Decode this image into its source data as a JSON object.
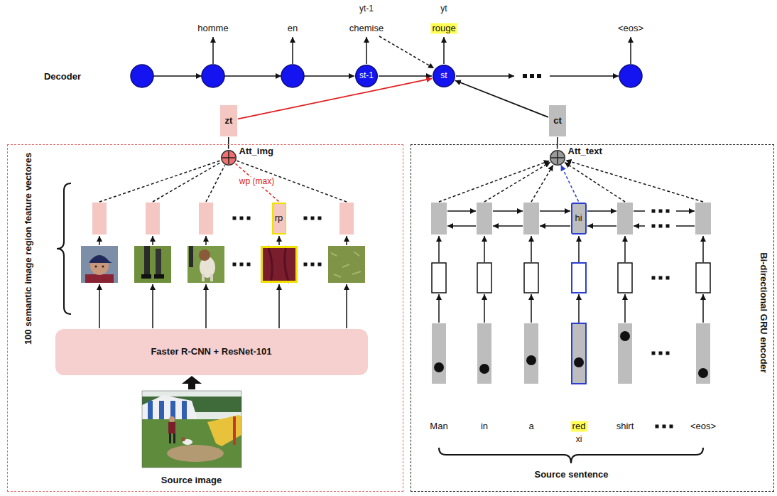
{
  "diagram": {
    "nodes": [
      {
        "text": [
          "st-1"
        ]
      },
      {
        "text": [
          "st"
        ]
      },
      {
        "text": [
          "zt"
        ]
      },
      {
        "text": [
          "ct"
        ]
      },
      {
        "text": [
          "100 semantic image region feature vectores",
          "Source image"
        ]
      },
      {
        "text": [
          "Att_img"
        ],
        "in": 4
      },
      {
        "text": [
          "rp"
        ],
        "in": 4
      },
      {
        "text": [
          "Faster R-CNN + ResNet-101"
        ],
        "in": 4
      },
      {
        "text": [
          "Bi-directional GRU encoder",
          "Source sentence"
        ]
      },
      {
        "text": [
          "Att_text"
        ],
        "in": 8
      },
      {
        "text": [
          "hi"
        ],
        "in": 8
      }
    ],
    "edges": [
      {
        "from": 0,
        "to": 1,
        "arrow": "to"
      },
      {
        "from": 2,
        "to": 1,
        "arrow": "to"
      },
      {
        "from": 3,
        "to": 1,
        "arrow": "to"
      },
      {
        "from": 5,
        "to": 2,
        "arrow": "none"
      },
      {
        "from": 9,
        "to": 3,
        "arrow": "none"
      },
      {
        "from": 6,
        "to": 5,
        "arrow": "none",
        "label": "wp (max)"
      },
      {
        "from": 10,
        "to": 9,
        "arrow": "to"
      }
    ],
    "labels": [
      "yt-1",
      "yt",
      "homme",
      "en",
      "chemise",
      "rouge",
      "<eos>",
      "Decoder",
      "Man",
      "in",
      "a",
      "red",
      "xi",
      "shirt",
      "<eos>"
    ]
  }
}
